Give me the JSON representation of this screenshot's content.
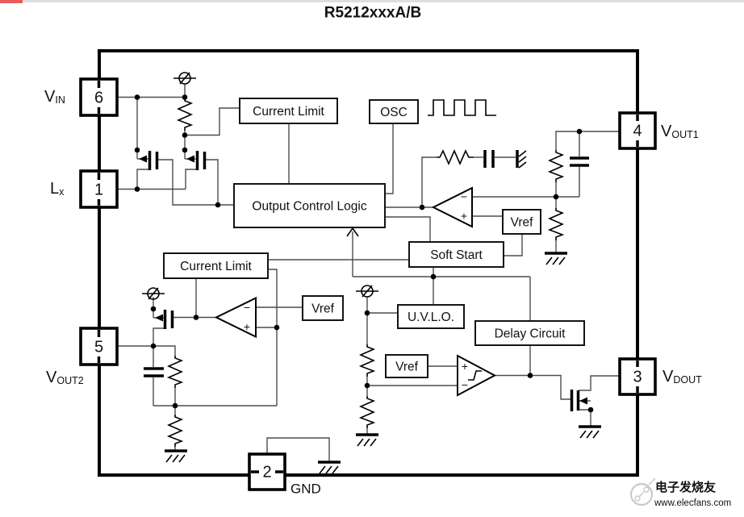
{
  "title": "R5212xxxA/B",
  "blocks": {
    "current_limit_1": "Current Limit",
    "osc": "OSC",
    "output_control_logic": "Output Control Logic",
    "soft_start": "Soft Start",
    "current_limit_2": "Current Limit",
    "vref_top": "Vref",
    "vref_left": "Vref",
    "vref_bottom": "Vref",
    "uvlo": "U.V.L.O.",
    "delay_circuit": "Delay Circuit"
  },
  "pins": {
    "pin6": {
      "number": "6",
      "label": "V",
      "sub": "IN"
    },
    "pin1": {
      "number": "1",
      "label": "L",
      "sub": "x"
    },
    "pin5": {
      "number": "5",
      "label": "V",
      "sub": "OUT2"
    },
    "pin2": {
      "number": "2",
      "label": "GND",
      "sub": ""
    },
    "pin4": {
      "number": "4",
      "label": "V",
      "sub": "OUT1"
    },
    "pin3": {
      "number": "3",
      "label": "V",
      "sub": "DOUT"
    }
  },
  "comparator_signs": {
    "plus": "+",
    "minus": "−"
  },
  "watermark": {
    "line1": "电子发烧友",
    "line2": "www.elecfans.com"
  },
  "colors": {
    "topbar_red": "#e85c5c",
    "topbar_gray": "#dedede",
    "watermark_gray": "#c9c9c9",
    "wire_gray": "#4d4d4d",
    "line_black": "#000000"
  }
}
